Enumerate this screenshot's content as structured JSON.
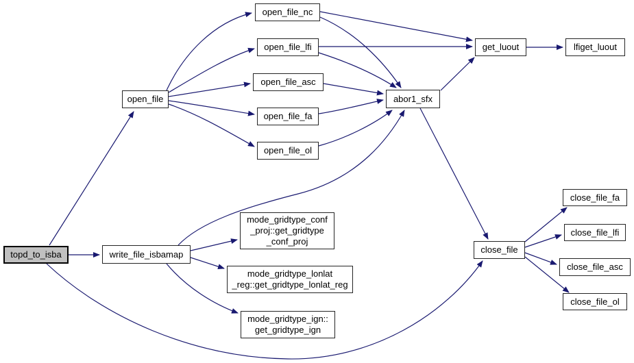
{
  "diagram": {
    "type": "call-graph",
    "colors": {
      "edge": "#191970",
      "node_border": "#242424",
      "node_fill": "#ffffff",
      "highlight_fill": "#c0c0c0",
      "text": "#000000",
      "background": "#ffffff"
    },
    "nodes": {
      "topd_to_isba": {
        "label": "topd_to_isba",
        "highlighted": true
      },
      "open_file": {
        "label": "open_file"
      },
      "open_file_nc": {
        "label": "open_file_nc"
      },
      "open_file_lfi": {
        "label": "open_file_lfi"
      },
      "open_file_asc": {
        "label": "open_file_asc"
      },
      "open_file_fa": {
        "label": "open_file_fa"
      },
      "open_file_ol": {
        "label": "open_file_ol"
      },
      "abor1_sfx": {
        "label": "abor1_sfx"
      },
      "get_luout": {
        "label": "get_luout"
      },
      "lfiget_luout": {
        "label": "lfiget_luout"
      },
      "close_file": {
        "label": "close_file"
      },
      "close_file_fa": {
        "label": "close_file_fa"
      },
      "close_file_lfi": {
        "label": "close_file_lfi"
      },
      "close_file_asc": {
        "label": "close_file_asc"
      },
      "close_file_ol": {
        "label": "close_file_ol"
      },
      "write_file_isbamap": {
        "label": "write_file_isbamap"
      },
      "mode_gridtype_conf_proj": {
        "label": "mode_gridtype_conf\n_proj::get_gridtype\n_conf_proj"
      },
      "mode_gridtype_lonlat_reg": {
        "label": "mode_gridtype_lonlat\n_reg::get_gridtype_lonlat_reg"
      },
      "mode_gridtype_ign": {
        "label": "mode_gridtype_ign::\nget_gridtype_ign"
      }
    },
    "edges": [
      {
        "from": "topd_to_isba",
        "to": "open_file"
      },
      {
        "from": "topd_to_isba",
        "to": "write_file_isbamap"
      },
      {
        "from": "topd_to_isba",
        "to": "close_file"
      },
      {
        "from": "open_file",
        "to": "open_file_nc"
      },
      {
        "from": "open_file",
        "to": "open_file_lfi"
      },
      {
        "from": "open_file",
        "to": "open_file_asc"
      },
      {
        "from": "open_file",
        "to": "open_file_fa"
      },
      {
        "from": "open_file",
        "to": "open_file_ol"
      },
      {
        "from": "open_file_nc",
        "to": "get_luout"
      },
      {
        "from": "open_file_nc",
        "to": "abor1_sfx"
      },
      {
        "from": "open_file_lfi",
        "to": "get_luout"
      },
      {
        "from": "open_file_lfi",
        "to": "abor1_sfx"
      },
      {
        "from": "open_file_asc",
        "to": "abor1_sfx"
      },
      {
        "from": "open_file_fa",
        "to": "abor1_sfx"
      },
      {
        "from": "open_file_ol",
        "to": "abor1_sfx"
      },
      {
        "from": "write_file_isbamap",
        "to": "abor1_sfx"
      },
      {
        "from": "write_file_isbamap",
        "to": "mode_gridtype_conf_proj"
      },
      {
        "from": "write_file_isbamap",
        "to": "mode_gridtype_lonlat_reg"
      },
      {
        "from": "write_file_isbamap",
        "to": "mode_gridtype_ign"
      },
      {
        "from": "abor1_sfx",
        "to": "get_luout"
      },
      {
        "from": "abor1_sfx",
        "to": "close_file"
      },
      {
        "from": "get_luout",
        "to": "lfiget_luout"
      },
      {
        "from": "close_file",
        "to": "close_file_fa"
      },
      {
        "from": "close_file",
        "to": "close_file_lfi"
      },
      {
        "from": "close_file",
        "to": "close_file_asc"
      },
      {
        "from": "close_file",
        "to": "close_file_ol"
      }
    ]
  }
}
